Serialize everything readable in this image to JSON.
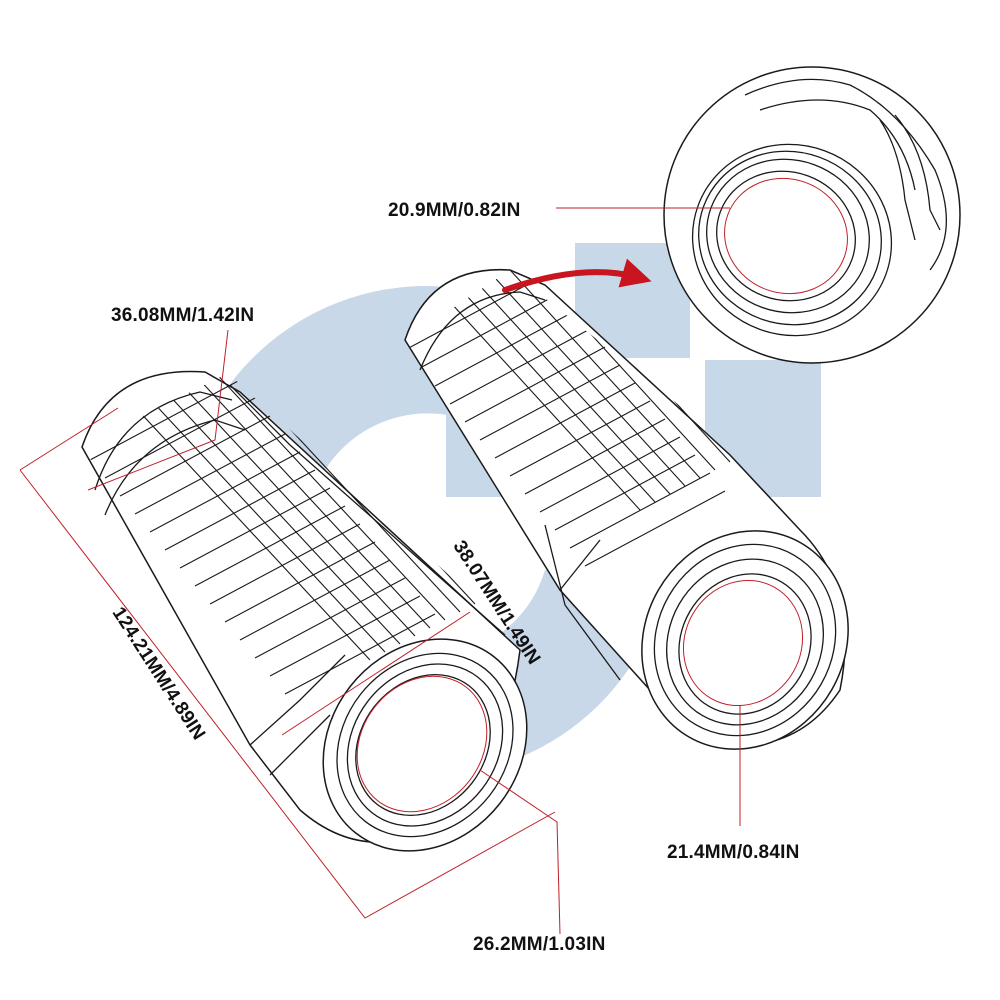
{
  "dimensions": {
    "outer_end_diameter": "36.08MM/1.42IN",
    "grip_diameter": "38.07MM/1.49IN",
    "overall_length": "124.21MM/4.89IN",
    "inner_diameter_left": "26.2MM/1.03IN",
    "inner_diameter_right": "21.4MM/0.84IN",
    "inner_diameter_zoom": "20.9MM/0.82IN"
  },
  "colors": {
    "line": "#1a1a1a",
    "dimension_line": "#c0202a",
    "arrow": "#c8151f",
    "watermark": "#c5d6e8",
    "background": "#ffffff"
  },
  "icons": {
    "zoom_arrow": "curved-arrow-right",
    "watermark": "brand-logo-watermark"
  }
}
